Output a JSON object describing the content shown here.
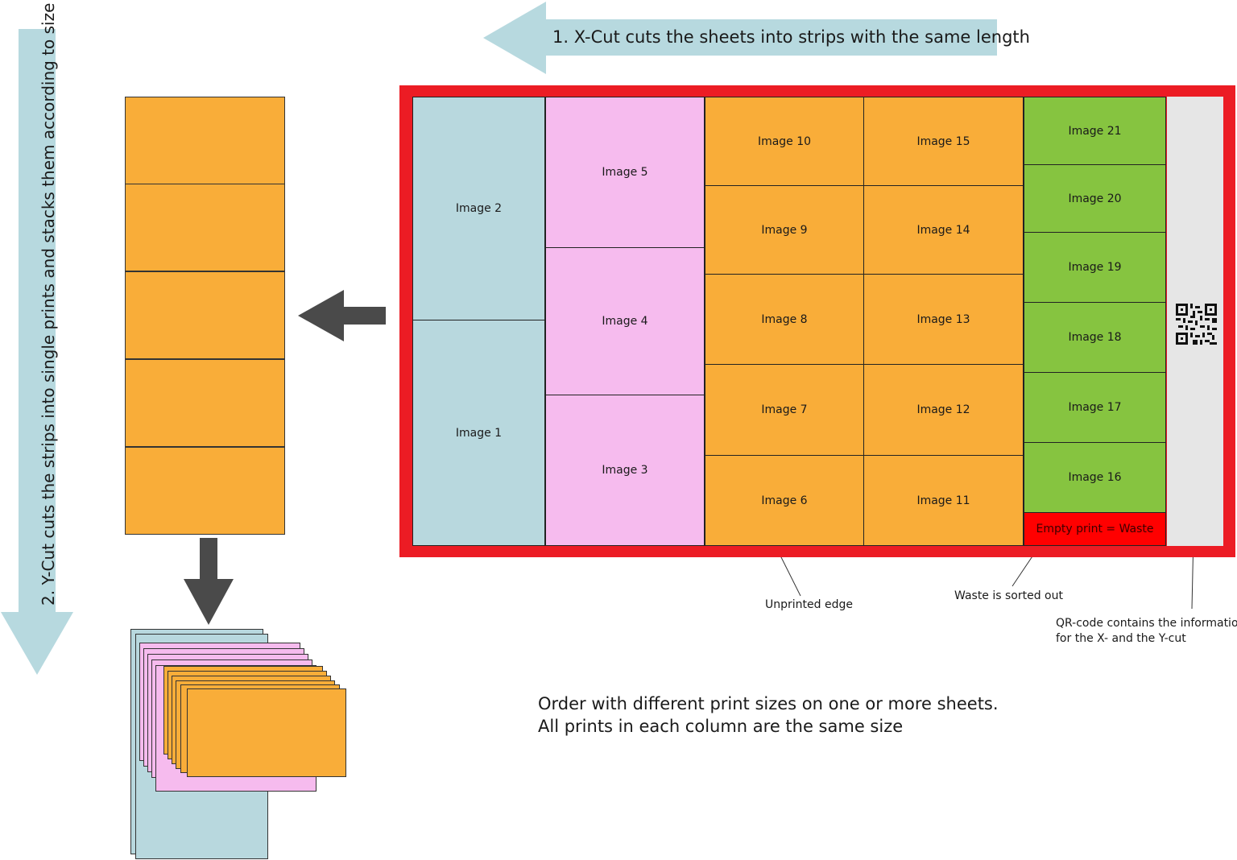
{
  "x_cut_label": "1.  X-Cut cuts the sheets into strips with the same length",
  "y_cut_label": "2.  Y-Cut cuts the strips into single prints and stacks them according to size",
  "sheet": {
    "col1": [
      "Image 2",
      "Image 1"
    ],
    "col2": [
      "Image 5",
      "Image 4",
      "Image 3"
    ],
    "col3": [
      "Image 10",
      "Image 9",
      "Image 8",
      "Image 7",
      "Image 6"
    ],
    "col4": [
      "Image 15",
      "Image 14",
      "Image 13",
      "Image 12",
      "Image 11"
    ],
    "col5": [
      "Image 21",
      "Image 20",
      "Image 19",
      "Image 18",
      "Image 17",
      "Image 16"
    ],
    "waste_print": "Empty print = Waste"
  },
  "annotations": {
    "unprinted_edge": "Unprinted edge",
    "waste_sorted": "Waste is sorted out",
    "qr_line1": "QR-code contains the information",
    "qr_line2": "for the X- and the Y-cut"
  },
  "caption": {
    "line1": "Order with different print sizes on one or more sheets.",
    "line2": "All prints in each column are the same size"
  },
  "colors": {
    "sheet_border": "#ec1c24",
    "blue": "#b8d8de",
    "pink": "#f6bbee",
    "orange": "#f9ad39",
    "green": "#86c440",
    "waste": "#ff0000",
    "arrow_light": "#b7d9df",
    "arrow_dark": "#4a4a4a"
  }
}
